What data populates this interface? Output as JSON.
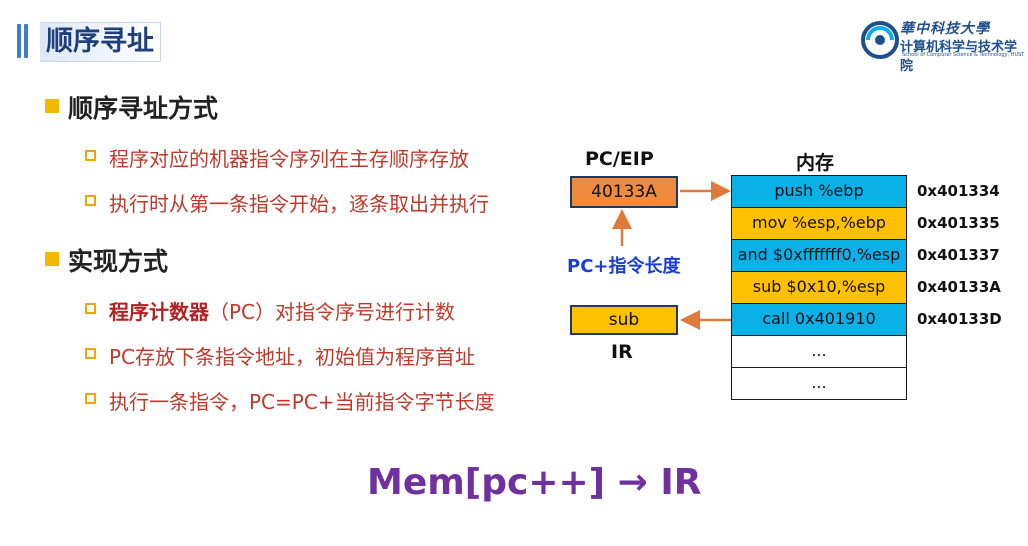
{
  "header": {
    "title": "顺序寻址",
    "logo": {
      "line1": "華中科技大學",
      "line2": "计算机科学与技术学院",
      "line3": "School of Computer Science & Technology, HUST"
    }
  },
  "sections": [
    {
      "heading": "顺序寻址方式",
      "items": [
        {
          "text": "程序对应的机器指令序列在主存顺序存放"
        },
        {
          "text": "执行时从第一条指令开始，逐条取出并执行"
        }
      ]
    },
    {
      "heading": "实现方式",
      "items": [
        {
          "bold": "程序计数器",
          "text": "（PC）对指令序号进行计数"
        },
        {
          "text": "PC存放下条指令地址，初始值为程序首址"
        },
        {
          "text": "执行一条指令，PC=PC+当前指令字节长度"
        }
      ]
    }
  ],
  "diagram": {
    "pc_label": "PC/EIP",
    "pc_value": "40133A",
    "pc_increment_label": "PC+指令长度",
    "ir_value": "sub",
    "ir_label": "IR",
    "memory_label": "内存",
    "memory": [
      {
        "instr": "push %ebp",
        "addr": "0x401334",
        "color": "#0ab0e8"
      },
      {
        "instr": "mov %esp,%ebp",
        "addr": "0x401335",
        "color": "#ffc000"
      },
      {
        "instr": "and $0xfffffff0,%esp",
        "addr": "0x401337",
        "color": "#0ab0e8"
      },
      {
        "instr": "sub $0x10,%esp",
        "addr": "0x40133A",
        "color": "#ffc000"
      },
      {
        "instr": "call 0x401910",
        "addr": "0x40133D",
        "color": "#0ab0e8"
      },
      {
        "instr": "...",
        "addr": "",
        "color": "#ffffff"
      },
      {
        "instr": "...",
        "addr": "",
        "color": "#ffffff"
      }
    ]
  },
  "formula": "Mem[pc++] → IR",
  "colors": {
    "accent_orange": "#f08a3c",
    "accent_yellow": "#ffc000",
    "accent_blue": "#0ab0e8",
    "arrow": "#e07a3a",
    "formula": "#7030a0",
    "body_text": "#c0392b"
  }
}
